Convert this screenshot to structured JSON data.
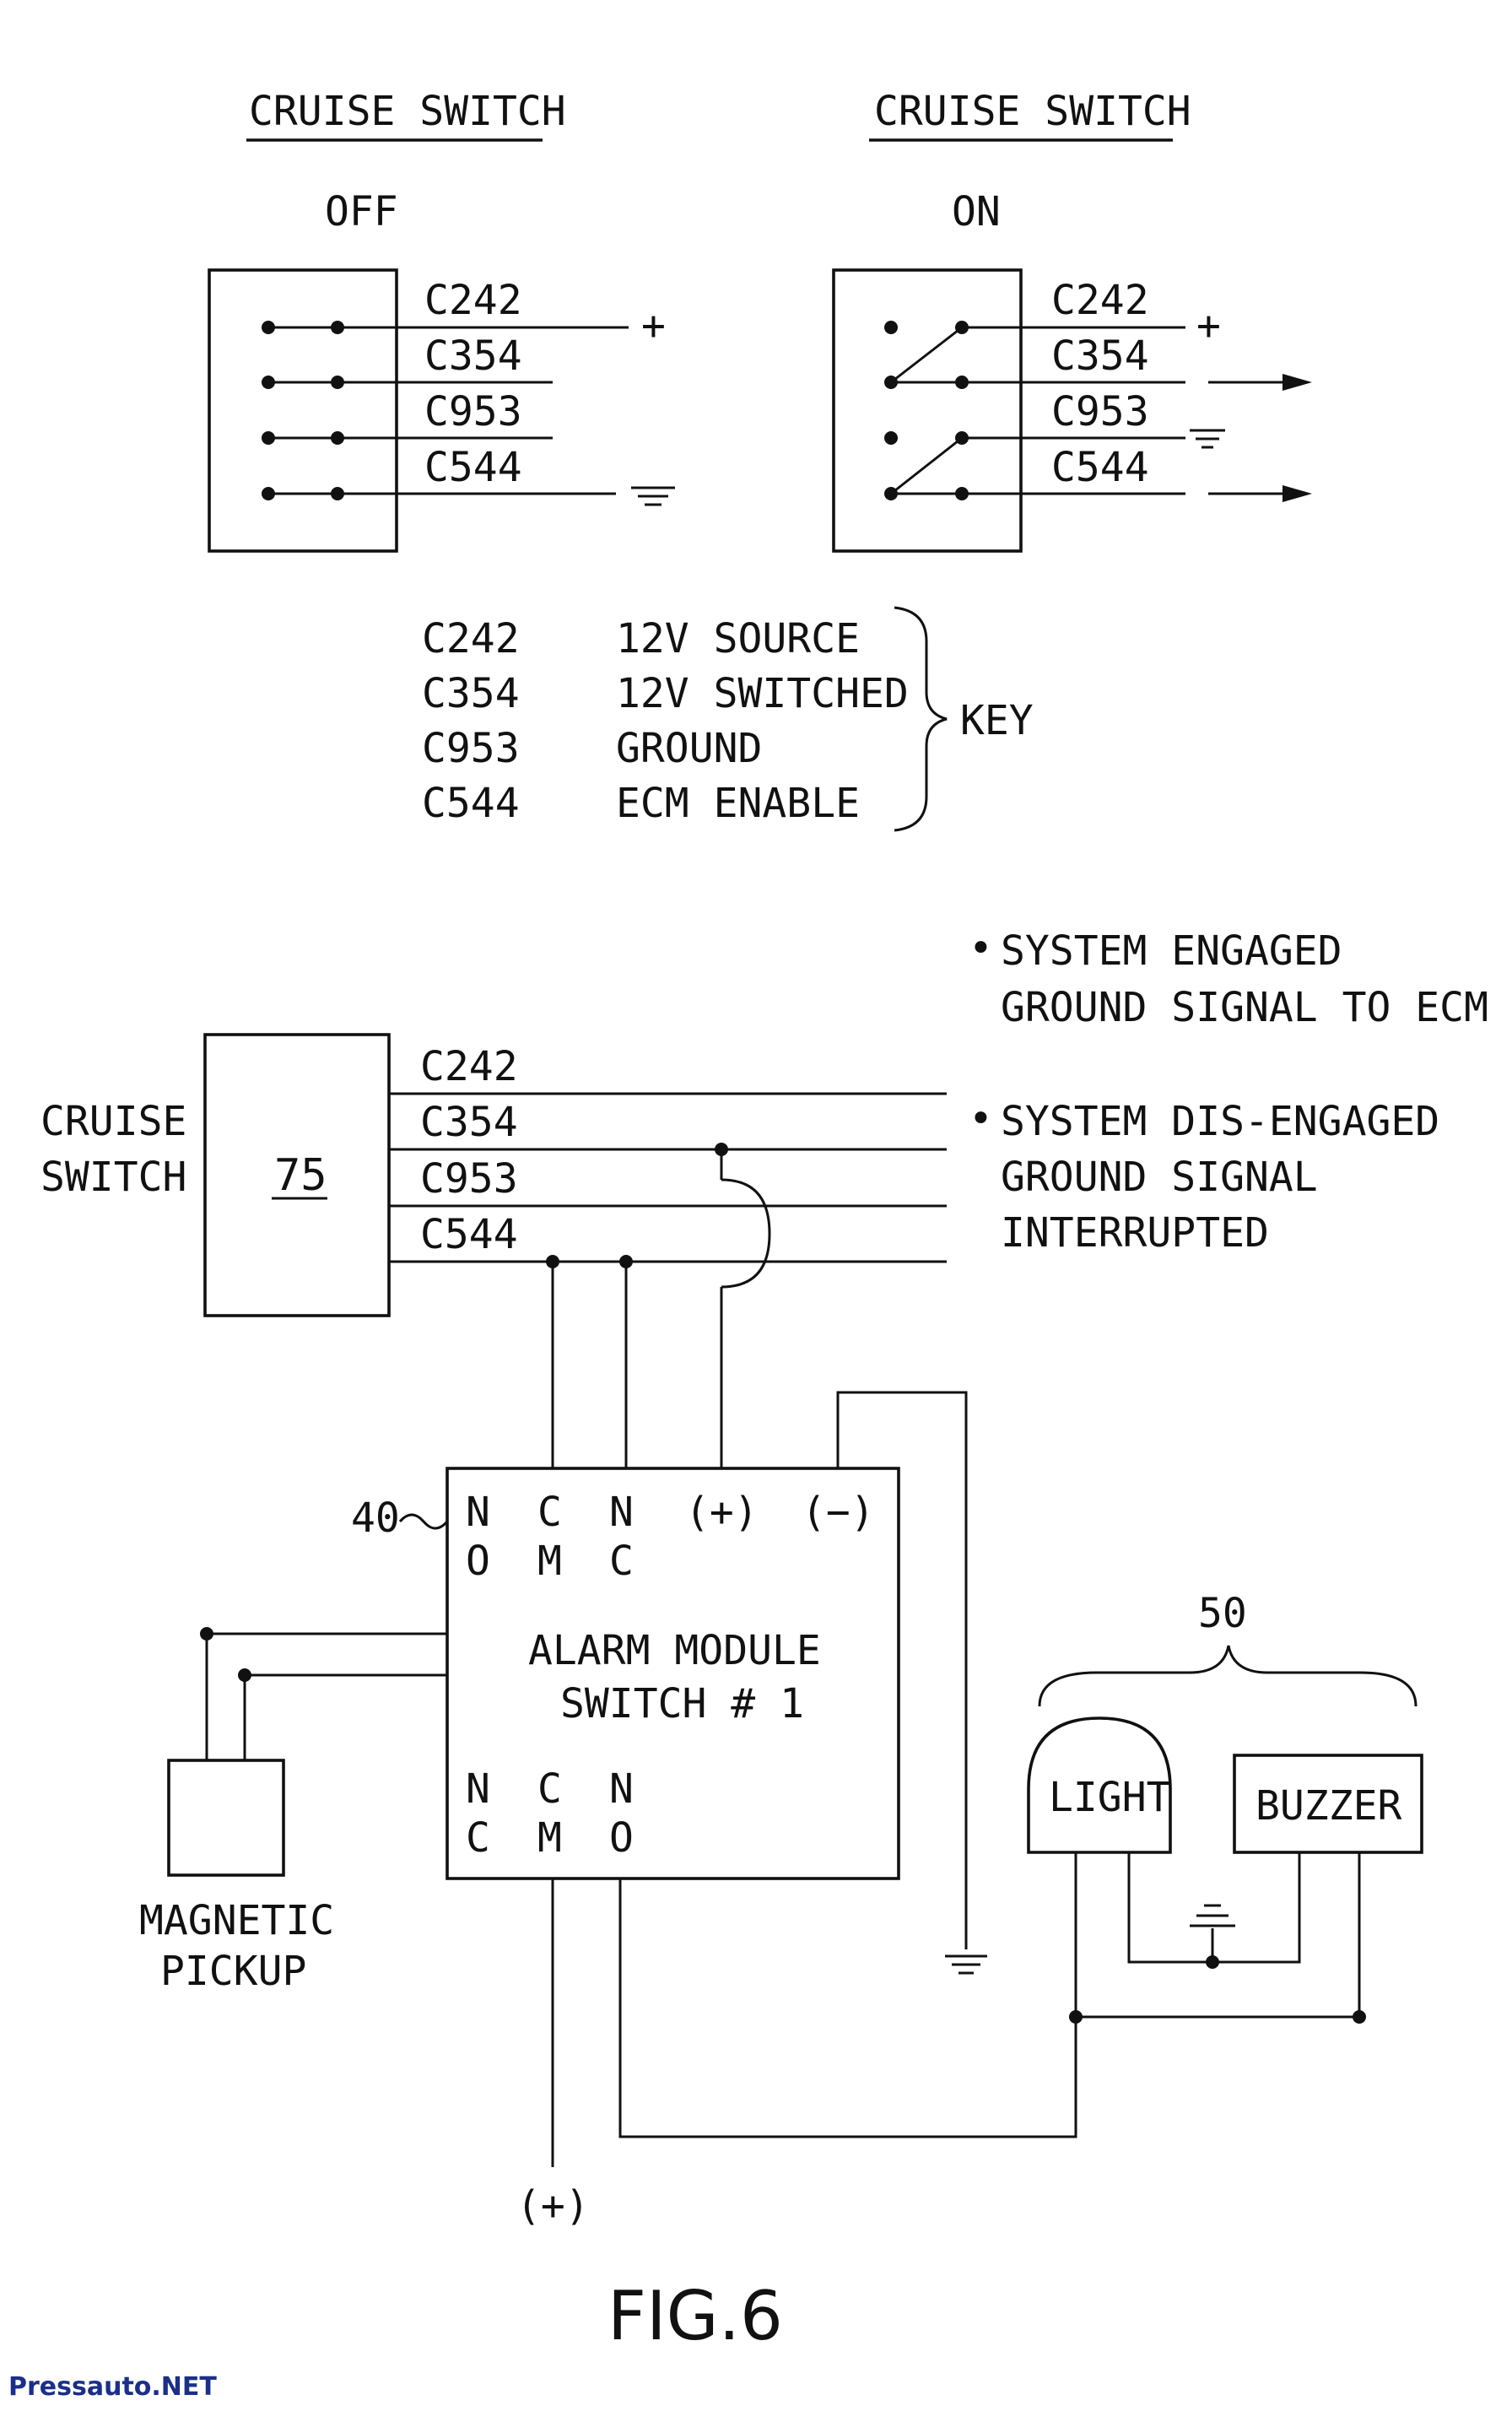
{
  "top_left": {
    "title": "CRUISE SWITCH",
    "state": "OFF",
    "contacts": [
      "C242",
      "C354",
      "C953",
      "C544"
    ],
    "plus": "+"
  },
  "top_right": {
    "title": "CRUISE SWITCH",
    "state": "ON",
    "contacts": [
      "C242",
      "C354",
      "C953",
      "C544"
    ],
    "plus": "+"
  },
  "key": {
    "rows": [
      {
        "code": "C242",
        "desc": "12V SOURCE"
      },
      {
        "code": "C354",
        "desc": "12V SWITCHED"
      },
      {
        "code": "C953",
        "desc": "GROUND"
      },
      {
        "code": "C544",
        "desc": "ECM ENABLE"
      }
    ],
    "label": "KEY"
  },
  "notes": {
    "engaged": [
      "SYSTEM ENGAGED",
      "GROUND SIGNAL TO ECM"
    ],
    "disengaged": [
      "SYSTEM DIS-ENGAGED",
      "GROUND SIGNAL",
      "INTERRUPTED"
    ],
    "bullet": "•"
  },
  "cruise_switch": {
    "label_line1": "CRUISE",
    "label_line2": "SWITCH",
    "ref": "75",
    "contacts": [
      "C242",
      "C354",
      "C953",
      "C544"
    ]
  },
  "alarm_module": {
    "ref": "40",
    "top_terminals": [
      [
        "N",
        "O"
      ],
      [
        "C",
        "M"
      ],
      [
        "N",
        "C"
      ]
    ],
    "plus": "(+)",
    "minus": "(−)",
    "title_line1": "ALARM MODULE",
    "title_line2": "SWITCH # 1",
    "bottom_terminals": [
      [
        "N",
        "C"
      ],
      [
        "C",
        "M"
      ],
      [
        "N",
        "O"
      ]
    ]
  },
  "magnetic_pickup": {
    "line1": "MAGNETIC",
    "line2": "PICKUP"
  },
  "indicator": {
    "ref": "50",
    "light": "LIGHT",
    "buzzer": "BUZZER"
  },
  "supply": "(+)",
  "figure": "FIG.6",
  "watermark": "Pressauto.NET"
}
